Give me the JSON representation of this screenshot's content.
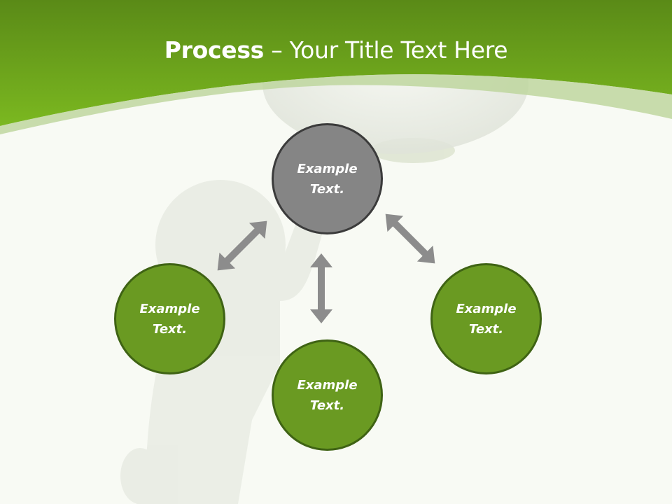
{
  "title": {
    "bold": "Process",
    "rest": " – Your Title Text Here"
  },
  "colors": {
    "header_green": "#7ab51f",
    "node_green": "#6a9a22",
    "node_gray": "#858585",
    "arrow_gray": "#8c8c8c"
  },
  "nodes": {
    "top": {
      "line1": "Example",
      "line2": "Text."
    },
    "left": {
      "line1": "Example",
      "line2": "Text."
    },
    "bottom": {
      "line1": "Example",
      "line2": "Text."
    },
    "right": {
      "line1": "Example",
      "line2": "Text."
    }
  }
}
